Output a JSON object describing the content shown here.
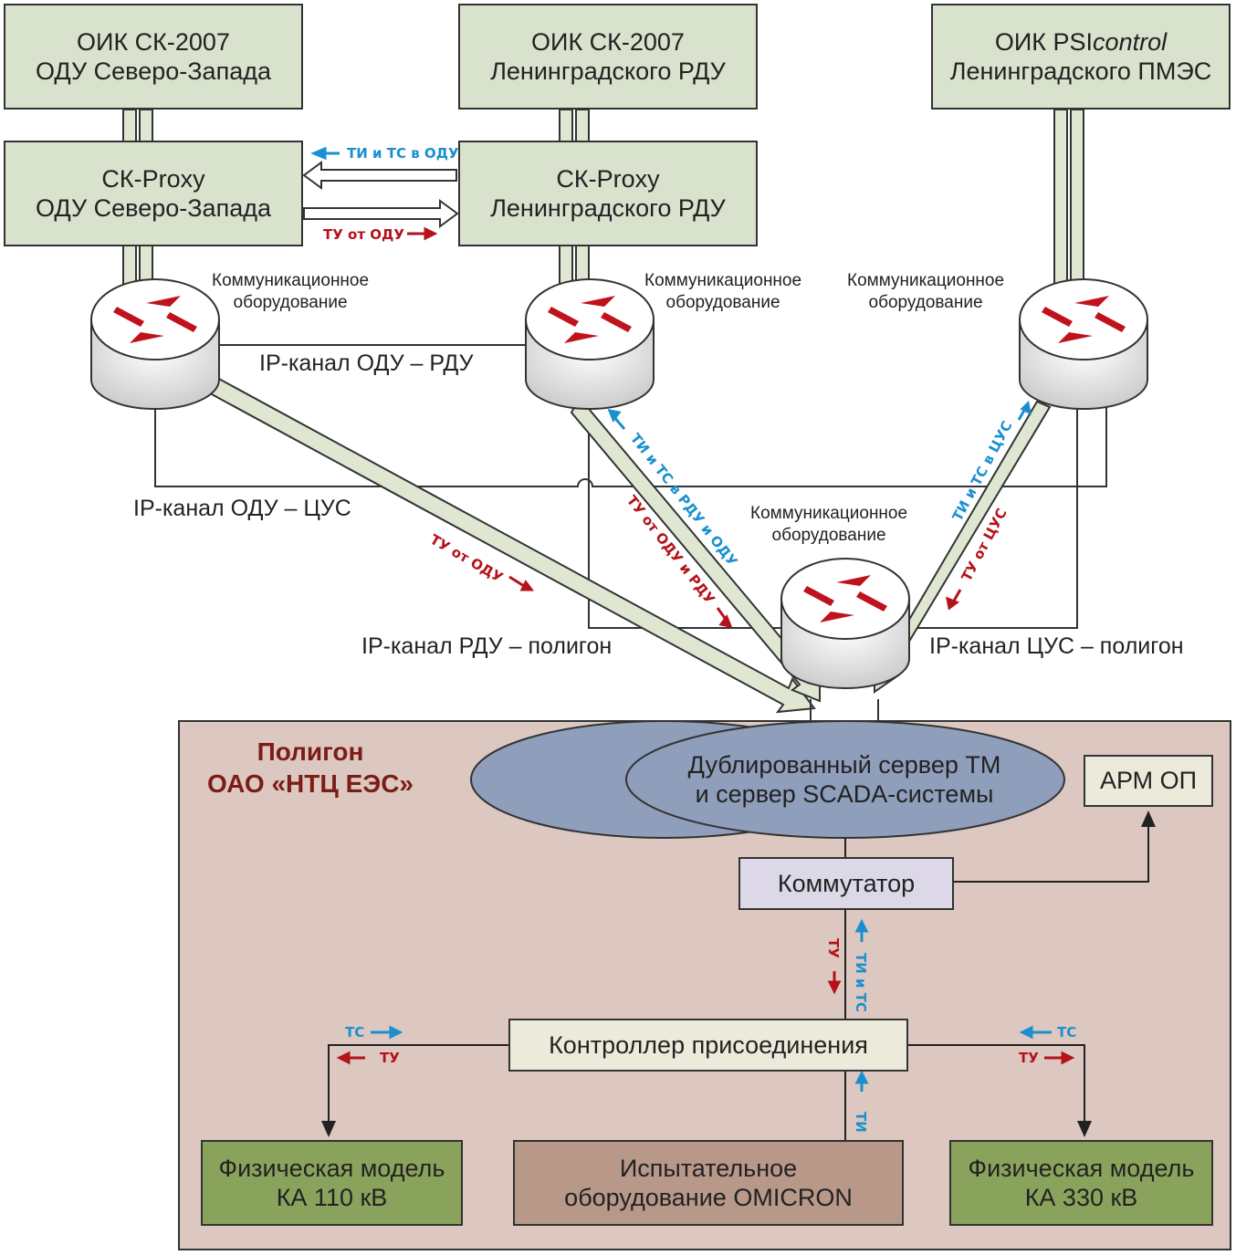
{
  "top_boxes": {
    "oik_odu": [
      "ОИК СК-2007",
      "ОДУ Северо-Запада"
    ],
    "oik_rdu": [
      "ОИК СК-2007",
      "Ленинградского РДУ"
    ],
    "oik_pmes": [
      "ОИК PSI",
      "control",
      "Ленинградского ПМЭС"
    ]
  },
  "proxy_boxes": {
    "proxy_odu": [
      "СК-Proxy",
      "ОДУ Северо-Запада"
    ],
    "proxy_rdu": [
      "СК-Proxy",
      "Ленинградского РДУ"
    ]
  },
  "comm_equipment": [
    "Коммуникационное",
    "оборудование"
  ],
  "channels": {
    "odu_rdu": "IP-канал ОДУ – РДУ",
    "odu_cus": "IP-канал ОДУ – ЦУС",
    "rdu_polygon": "IP-канал РДУ – полигон",
    "cus_polygon": "IP-канал ЦУС – полигон"
  },
  "arrows": {
    "ti_ts_odu": "ТИ и ТС в ОДУ",
    "tu_from_odu": "ТУ от ОДУ",
    "ti_ts_rdu_odu": "ТИ и ТС в РДУ и ОДУ",
    "tu_from_odu_rdu": "ТУ от ОДУ и РДУ",
    "ti_ts_cus": "ТИ и ТС в ЦУС",
    "tu_from_cus": "ТУ от ЦУС",
    "tu": "ТУ",
    "ti_ts": "ТИ и ТС",
    "ts": "ТС",
    "ti": "ТИ"
  },
  "polygon": {
    "title": [
      "Полигон",
      "ОАО «НТЦ ЕЭС»"
    ],
    "server": [
      "Дублированный сервер ТМ",
      "и сервер SCADA-системы"
    ],
    "arm": "АРМ ОП",
    "switch": "Коммутатор",
    "controller": "Контроллер присоединения",
    "model_110": [
      "Физическая модель",
      "КА 110 кВ"
    ],
    "omicron": [
      "Испытательное",
      "оборудование OMICRON"
    ],
    "model_330": [
      "Физическая модель",
      "КА 330 кВ"
    ]
  },
  "colors": {
    "blue_arrow": "#1b8fd0",
    "red_arrow": "#b5121b",
    "polygon_bg": "#dcc8c0",
    "server_ellipse": "#8e9ebb"
  }
}
